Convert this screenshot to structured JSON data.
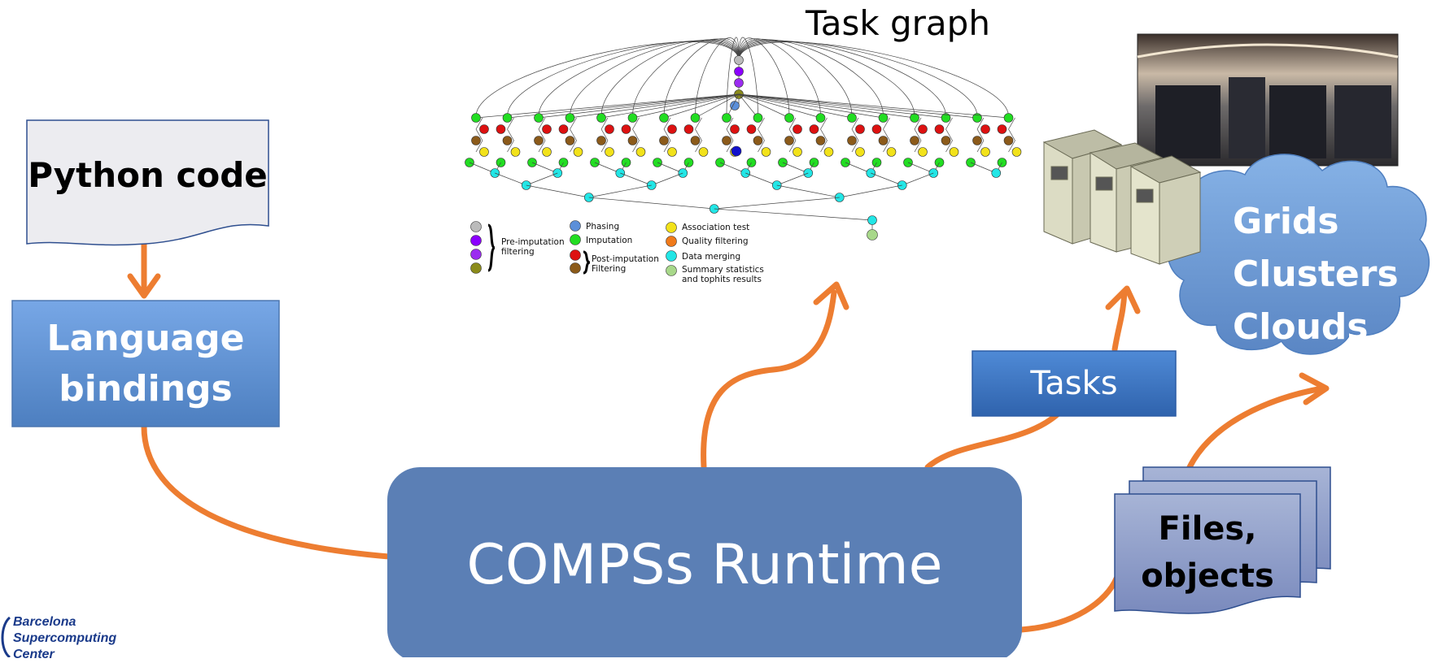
{
  "python_code": {
    "label": "Python code"
  },
  "language_bindings": {
    "line1": "Language",
    "line2": "bindings"
  },
  "runtime": {
    "label": "COMPSs Runtime"
  },
  "task_graph": {
    "title": "Task graph",
    "legend": {
      "pre_imputation": "Pre-imputation\nfiltering",
      "phasing": "Phasing",
      "imputation": "Imputation",
      "post_imputation": "Post-imputation\nFiltering",
      "association_test": "Association test",
      "quality_filtering": "Quality filtering",
      "data_merging": "Data merging",
      "summary": "Summary statistics\nand tophits results"
    }
  },
  "tasks": {
    "label": "Tasks"
  },
  "cloud": {
    "line1": "Grids",
    "line2": "Clusters",
    "line3": "Clouds"
  },
  "files": {
    "line1": "Files,",
    "line2": "objects"
  },
  "logo": {
    "line1": "Barcelona",
    "line2": "Supercomputing",
    "line3": "Center"
  },
  "colors": {
    "arrow": "#ed7d31",
    "runtime_box": "#5b7fb5",
    "bindings_box": "#5b8fd1",
    "tasks_box": "#3f78c8",
    "cloud": "#6f9fd8",
    "files": "#8e9cc2",
    "doc": "#ececf0"
  }
}
